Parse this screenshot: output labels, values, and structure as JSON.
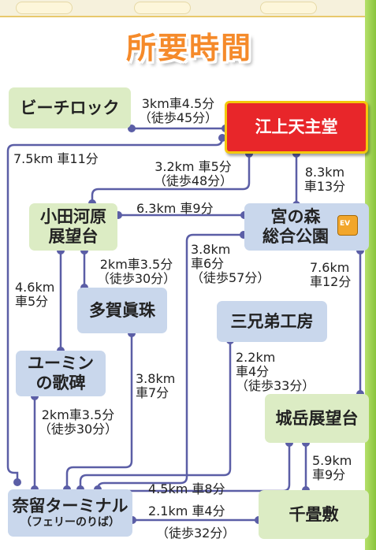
{
  "title": "所要時間",
  "nodes": {
    "beach_rock": "ビーチロック",
    "egami": "江上天主堂",
    "odakoba_1": "小田河原",
    "odakoba_2": "展望台",
    "miyanomori_1": "宮の森",
    "miyanomori_2": "総合公園",
    "taga": "多賀眞珠",
    "sankyodai": "三兄弟工房",
    "yumin_1": "ユーミン",
    "yumin_2": "の歌碑",
    "jogaku": "城岳展望台",
    "naru_1": "奈留ターミナル",
    "naru_2": "（フェリーのりば）",
    "senjojiki": "千畳敷"
  },
  "ev_badge": "EV",
  "routes": {
    "beach_egami_1": "3km車4.5分",
    "beach_egami_2": "（徒歩45分）",
    "naru_egami": "7.5km 車11分",
    "odakoba_egami_1": "3.2km 車5分",
    "odakoba_egami_2": "（徒歩48分）",
    "egami_miyanomori_1": "8.3km",
    "egami_miyanomori_2": "車13分",
    "odakoba_miyanomori": "6.3km 車9分",
    "naru_miyanomori_1": "3.8km",
    "naru_miyanomori_2": "車6分",
    "naru_miyanomori_3": "（徒歩57分）",
    "odakoba_taga_1": "2km車3.5分",
    "odakoba_taga_2": "（徒歩30分）",
    "odakoba_yumin_1": "4.6km",
    "odakoba_yumin_2": "車5分",
    "miyanomori_jogaku_1": "7.6km",
    "miyanomori_jogaku_2": "車12分",
    "naru_sankyodai_1": "2.2km",
    "naru_sankyodai_2": "車4分",
    "naru_sankyodai_3": "（徒歩33分）",
    "naru_taga_1": "3.8km",
    "naru_taga_2": "車7分",
    "yumin_naru_1": "2km車3.5分",
    "yumin_naru_2": "（徒歩30分）",
    "jogaku_senjojiki_1": "5.9km",
    "jogaku_senjojiki_2": "車9分",
    "naru_jogaku": "4.5km 車8分",
    "naru_senjojiki_1": "2.1km 車4分",
    "naru_senjojiki_2": "（徒歩32分）"
  },
  "colors": {
    "line": "#5b5ea6",
    "node_red": "#e8262a",
    "node_red_border": "#f3c80c",
    "node_green": "#dcecc4",
    "node_blue": "#c9d7ec",
    "title": "#f58a2a"
  }
}
